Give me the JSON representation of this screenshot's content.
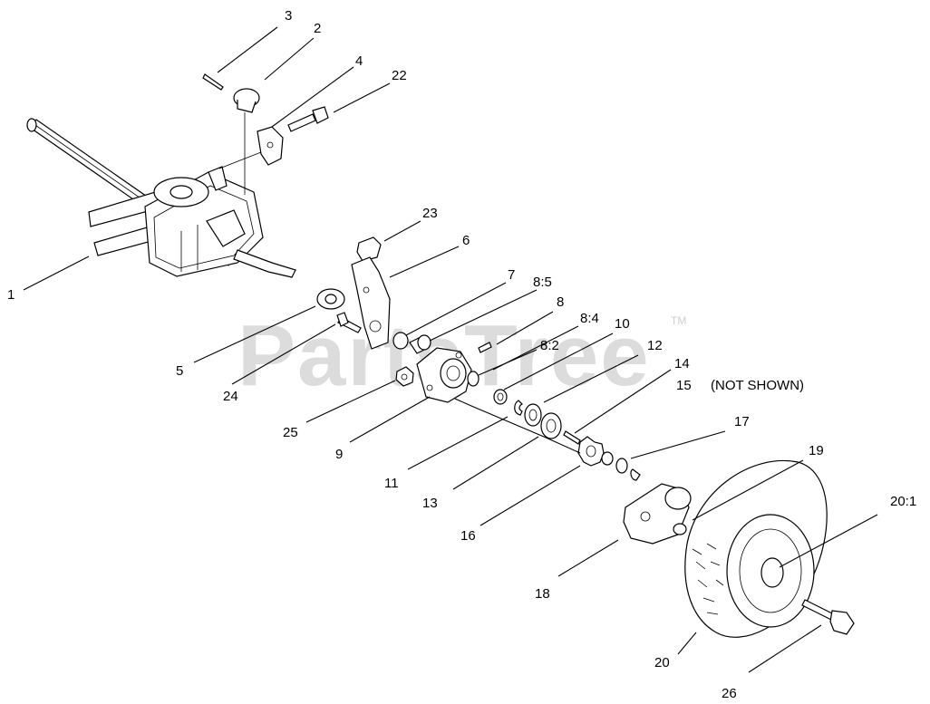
{
  "watermark": {
    "text": "PartsTree",
    "trademark": "TM"
  },
  "note": "(NOT SHOWN)",
  "callouts": [
    "3",
    "2",
    "4",
    "22",
    "1",
    "23",
    "6",
    "7",
    "8:5",
    "8",
    "8:4",
    "10",
    "8:2",
    "12",
    "14",
    "15",
    "5",
    "24",
    "25",
    "9",
    "11",
    "13",
    "16",
    "17",
    "19",
    "20:1",
    "18",
    "20",
    "26"
  ]
}
